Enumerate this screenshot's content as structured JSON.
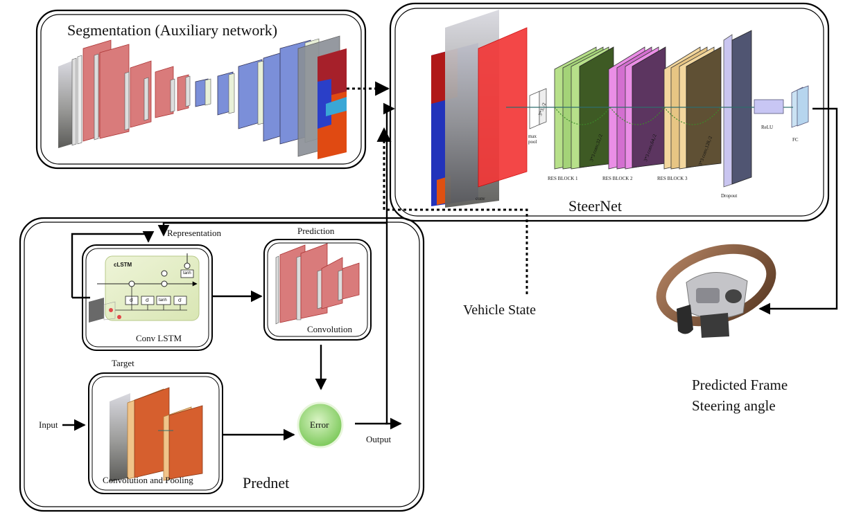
{
  "segmentation": {
    "title": "Segmentation (Auxiliary network)"
  },
  "steernet": {
    "title": "SteerNet",
    "conv": "conv",
    "maxpool": "max pool",
    "res1": "RES BLOCK 1",
    "res2": "RES BLOCK 2",
    "res3": "RES BLOCK 3",
    "dropout": "Dropout",
    "relu": "ReLU",
    "fc": "FC",
    "k1": "3*3, /2",
    "k2": "3*3 conv,32,/2",
    "k3": "3*3 conv,64,/2",
    "k4": "3*3 conv,128,/2"
  },
  "prednet": {
    "title": "Prednet",
    "representation": "Representation",
    "prediction": "Prediction",
    "clstm": "cLSTM",
    "tanh": "tanh",
    "sigma": "σ",
    "conv_lstm": "Conv LSTM",
    "convolution": "Convolution",
    "target": "Target",
    "input": "Input",
    "conv_pool": "Convolution and Pooling",
    "error": "Error",
    "output": "Output"
  },
  "vehicle_state": "Vehicle State",
  "predicted": {
    "line1": "Predicted Frame",
    "line2": "Steering angle"
  }
}
